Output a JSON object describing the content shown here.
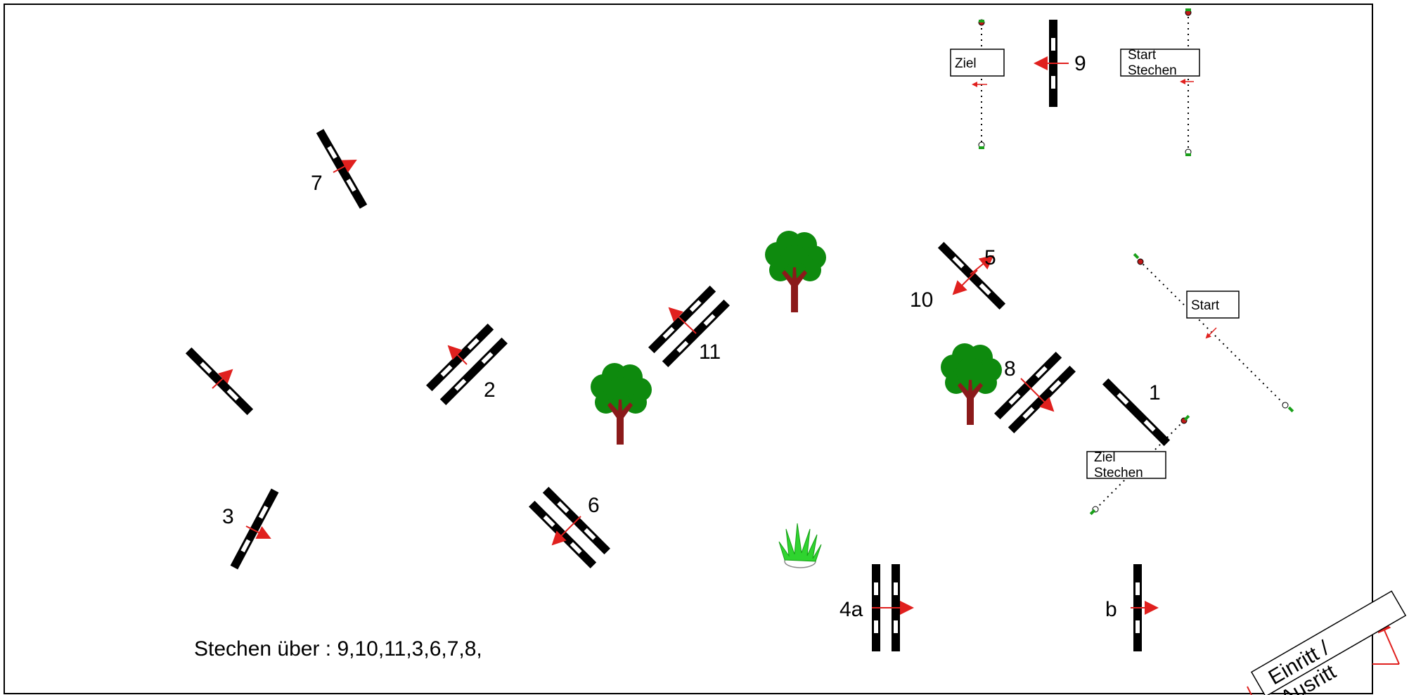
{
  "labels": {
    "o1": "1",
    "o2": "2",
    "o3": "3",
    "o4a": "4a",
    "o5": "5",
    "o6": "6",
    "o7": "7",
    "o8": "8",
    "o9": "9",
    "o10": "10",
    "o11": "11",
    "ob": "b"
  },
  "boxes": {
    "ziel_top": [
      "Ziel"
    ],
    "start_stechen": [
      "Start",
      "Stechen"
    ],
    "start": [
      "Start"
    ],
    "ziel_stechen": [
      "Ziel",
      "Stechen"
    ]
  },
  "footer_note": "Stechen über : 9,10,11,3,6,7,8,",
  "corner_text": [
    "Einritt /",
    "Ausritt"
  ],
  "colors": {
    "rail": "#000000",
    "arrow": "#e0201e",
    "tree_leaf": "#0e8a0e",
    "tree_trunk": "#8b1a1a",
    "flag_green": "#1aa01a",
    "bush": "#2fd42f"
  }
}
